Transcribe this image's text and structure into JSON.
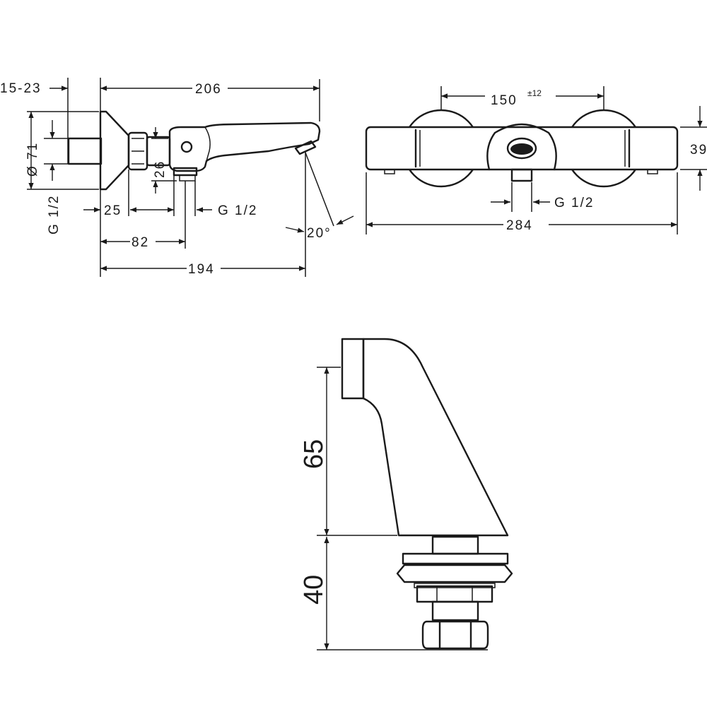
{
  "side_view": {
    "dim_wall_offset": "15-23",
    "dim_total_length": "206",
    "dim_diameter": "Ø 71",
    "dim_inlet_thread": "G 1/2",
    "dim_outlet_height": "26",
    "dim_25": "25",
    "dim_outlet_thread": "G 1/2",
    "dim_82": "82",
    "dim_194": "194",
    "dim_angle": "20°"
  },
  "front_view": {
    "dim_centers": "150",
    "dim_centers_tolerance": "±12",
    "dim_height": "39",
    "dim_outlet_thread": "G 1/2",
    "dim_width": "284"
  },
  "detail_view": {
    "dim_65": "65",
    "dim_40": "40"
  }
}
